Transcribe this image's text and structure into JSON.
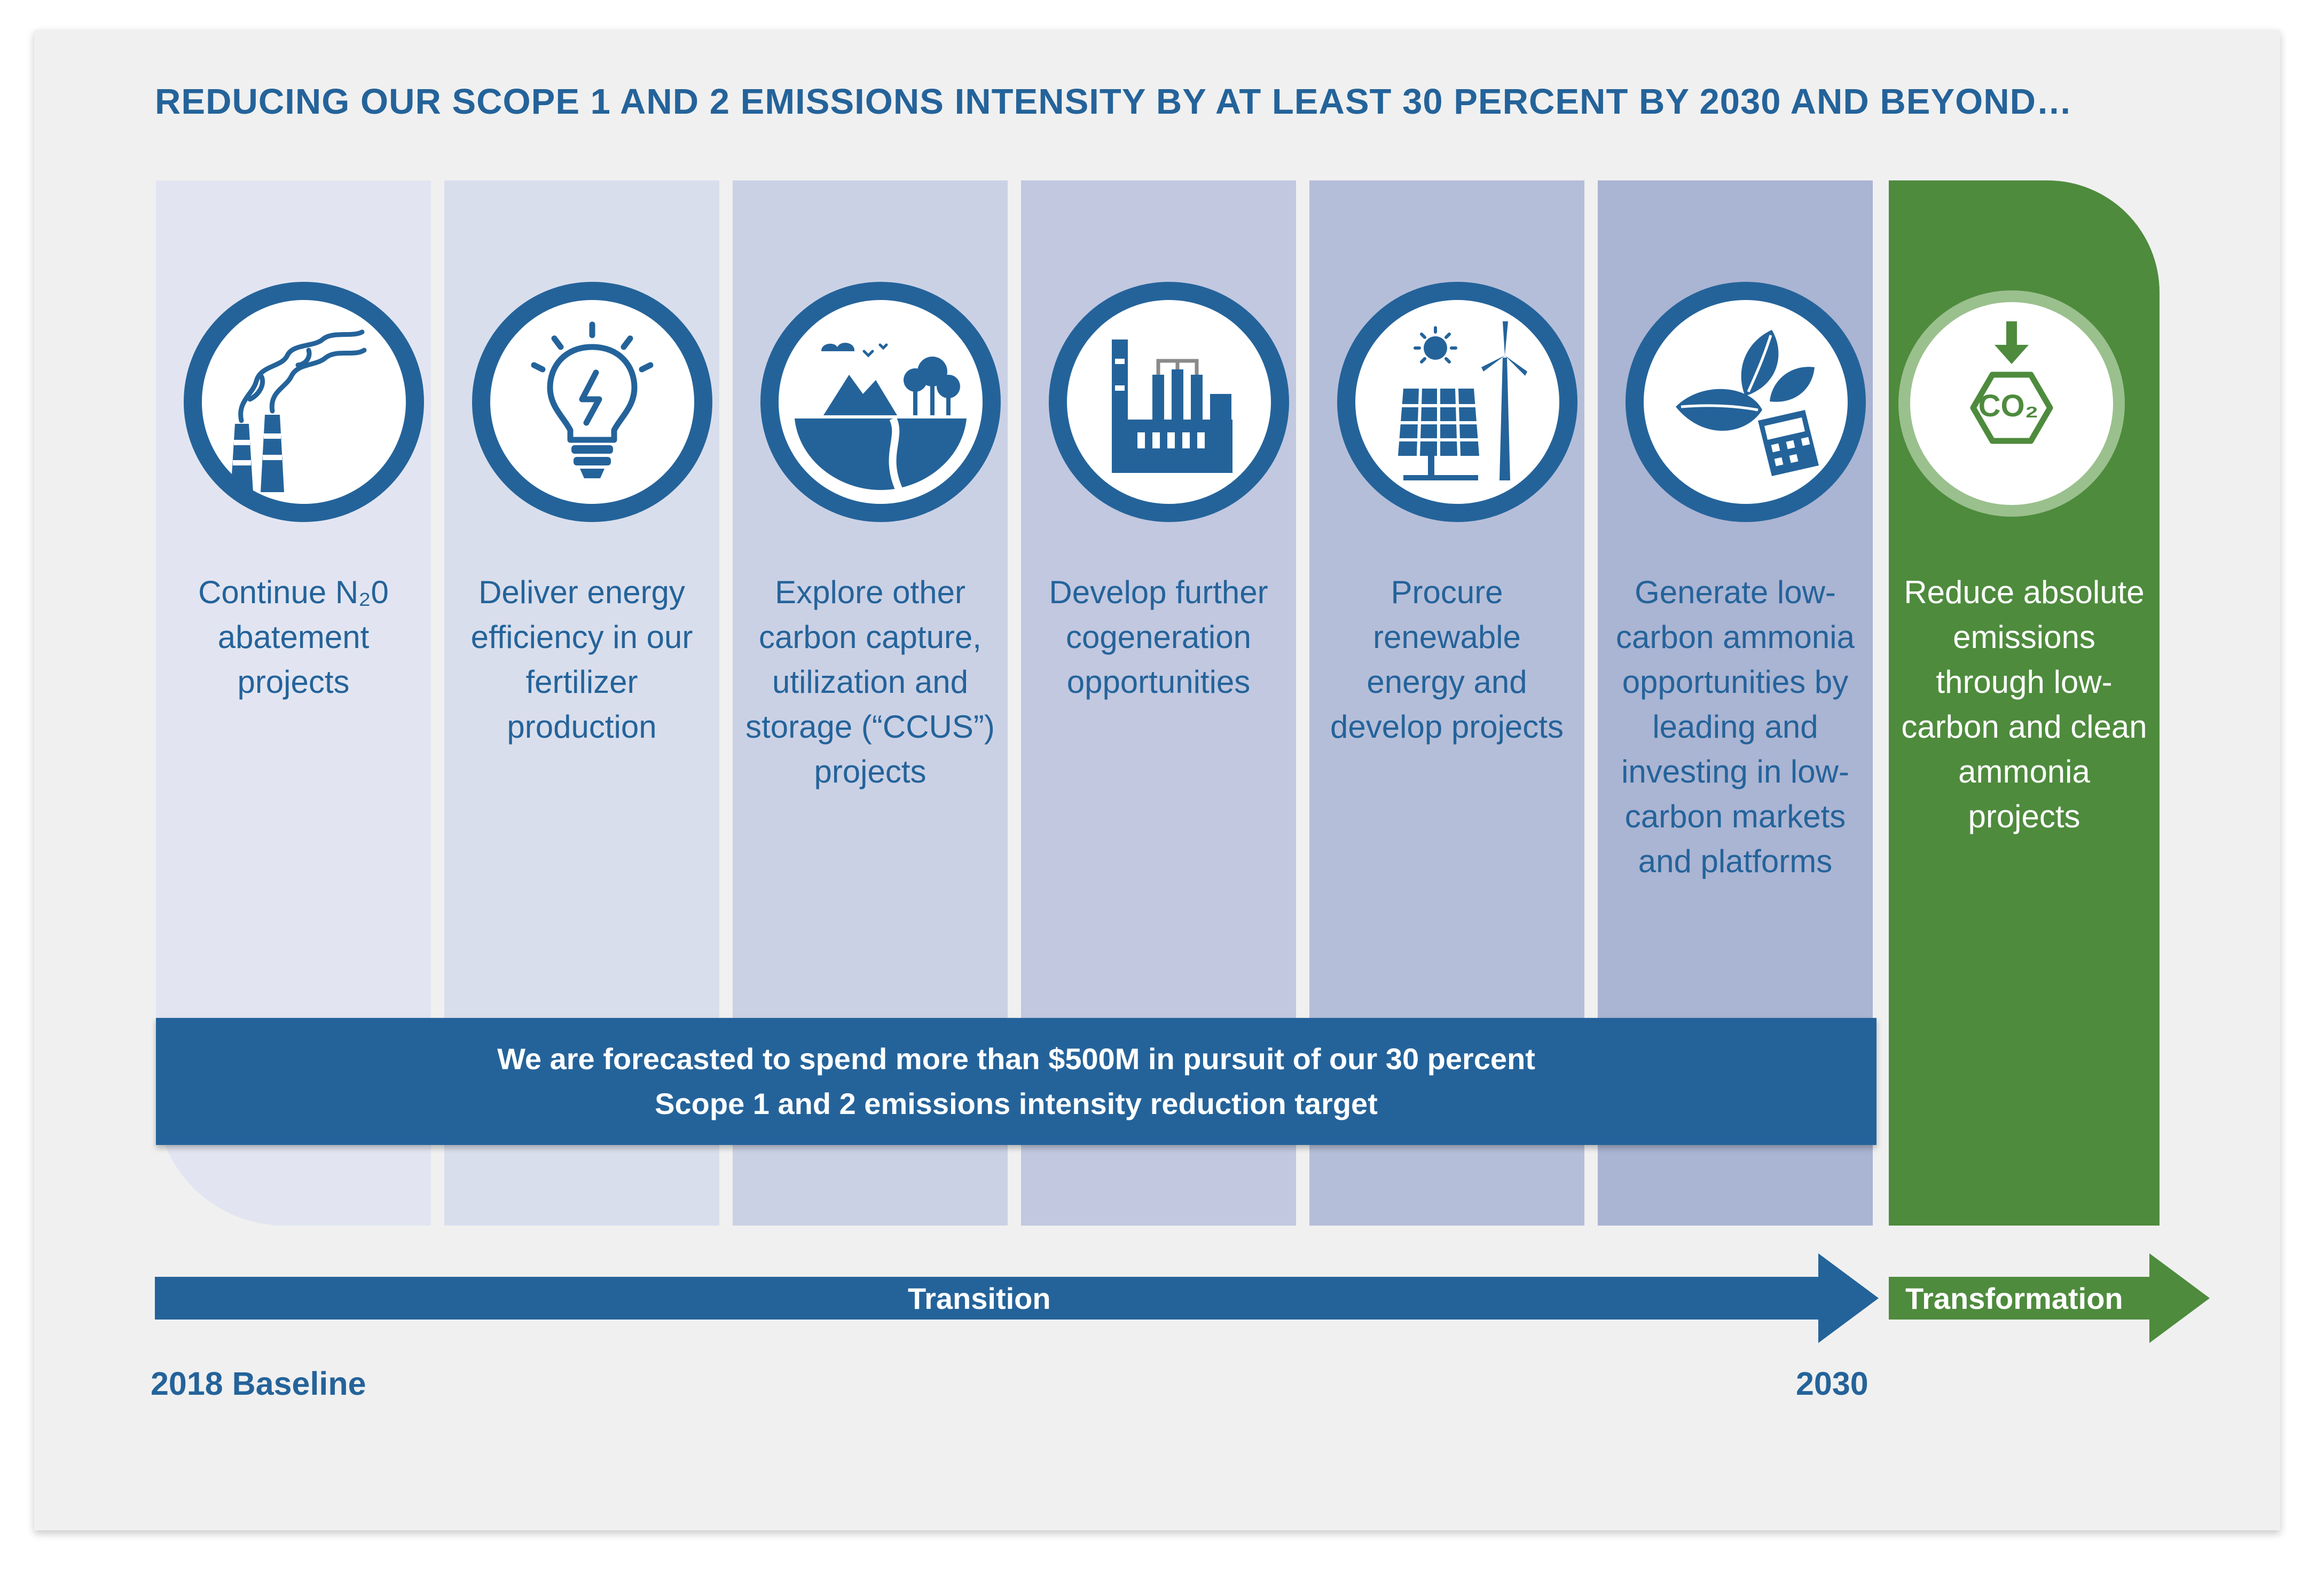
{
  "title": "REDUCING OUR SCOPE 1 AND 2 EMISSIONS INTENSITY BY AT LEAST 30 PERCENT BY 2030 AND BEYOND…",
  "colors": {
    "primary_blue": "#24639a",
    "green": "#4e8b3d",
    "green_light": "#9ac08d",
    "column_shades": [
      "#e2e5f1",
      "#d9deec",
      "#cbd1e5",
      "#c1c8e0",
      "#b5bed9",
      "#aab4d3"
    ]
  },
  "steps": [
    {
      "icon": "smokestack-icon",
      "text": "Continue N₂0 abatement projects"
    },
    {
      "icon": "lightbulb-icon",
      "text": "Deliver energy efficiency in our fertilizer production"
    },
    {
      "icon": "landscape-icon",
      "text": "Explore other carbon capture, utilization and storage (“CCUS”) projects"
    },
    {
      "icon": "factory-icon",
      "text": "Develop further cogeneration opportunities"
    },
    {
      "icon": "solar-wind-icon",
      "text": "Procure renewable energy and develop projects"
    },
    {
      "icon": "leaves-calculator-icon",
      "text": "Generate low-carbon ammonia opportunities by leading and investing in low-carbon markets and platforms"
    }
  ],
  "transformation_step": {
    "icon": "co2-hexagon-icon",
    "icon_text": "CO₂",
    "text": "Reduce absolute emissions through low-carbon and clean ammonia projects"
  },
  "spend_banner": {
    "line1": "We are forecasted to spend more than $500M in pursuit of our 30 percent",
    "line2": "Scope 1 and 2 emissions intensity reduction target"
  },
  "timeline": {
    "transition_label": "Transition",
    "transformation_label": "Transformation",
    "start_label": "2018 Baseline",
    "end_label": "2030"
  }
}
